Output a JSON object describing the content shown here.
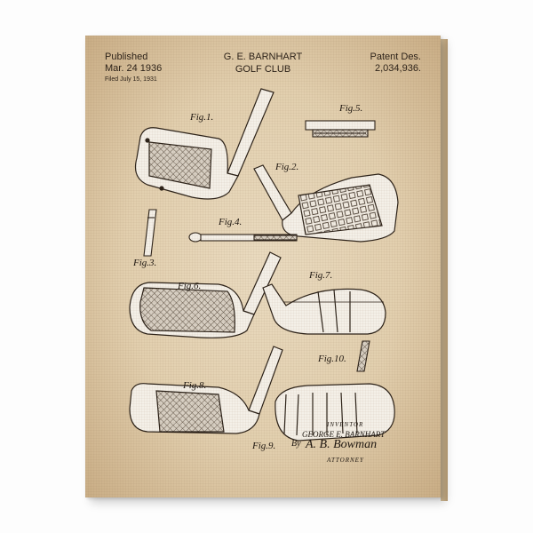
{
  "header": {
    "published_label": "Published",
    "published_date": "Mar. 24 1936",
    "filed": "Filed July 15, 1931",
    "inventor_name": "G. E. BARNHART",
    "title": "GOLF CLUB",
    "patent_label": "Patent Des.",
    "patent_number": "2,034,936."
  },
  "figures": {
    "fig1": "Fig.1.",
    "fig2": "Fig.2.",
    "fig3": "Fig.3.",
    "fig4": "Fig.4.",
    "fig5": "Fig.5.",
    "fig6": "Fig.6.",
    "fig7": "Fig.7.",
    "fig8": "Fig.8.",
    "fig9": "Fig.9.",
    "fig10": "Fig.10."
  },
  "signature": {
    "inventor_label": "Inventor",
    "inventor_name": "George E. Barnhart",
    "by_attorney": "A. B. Bowman",
    "attorney_label": "Attorney"
  },
  "colors": {
    "paper": "#e2cfae",
    "ink": "#2b2118"
  }
}
